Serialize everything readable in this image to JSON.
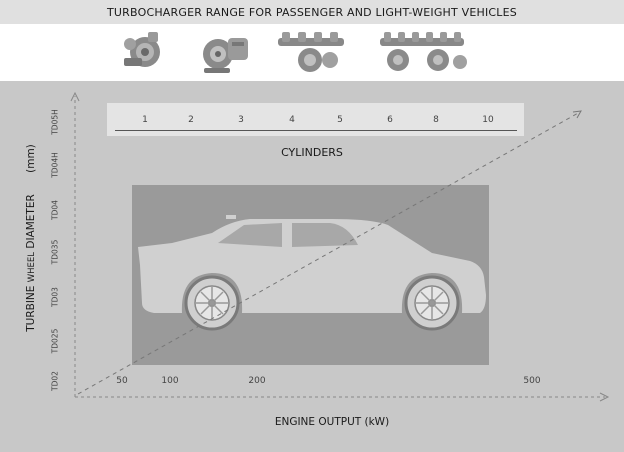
{
  "title": "TURBOCHARGER RANGE FOR PASSENGER AND LIGHT-WEIGHT VEHICLES",
  "products": [
    {
      "icon": "turbocharger-icon"
    },
    {
      "icon": "turbocharger-icon"
    },
    {
      "icon": "turbocharger-manifold-icon"
    },
    {
      "icon": "twin-turbocharger-manifold-icon"
    }
  ],
  "cylinders": {
    "title": "CYLINDERS",
    "ticks": [
      "1",
      "2",
      "3",
      "4",
      "5",
      "6",
      "8",
      "10"
    ]
  },
  "y_axis": {
    "title_part1": "TURBINE ",
    "title_part2": "WHEEL",
    "title_part3": " DIAMETER",
    "unit": "(mm)",
    "ticks": [
      "TD02",
      "TD025",
      "TD03",
      "TD035",
      "TD04",
      "TD04H",
      "TD05H"
    ]
  },
  "x_axis": {
    "title": "ENGINE OUTPUT (kW)",
    "ticks": [
      "50",
      "100",
      "200",
      "500"
    ]
  },
  "car": {
    "icon": "sedan-car-icon"
  },
  "colors": {
    "title_band": "#e0e0e0",
    "product_band": "#ffffff",
    "diagram_bg": "#c8c8c8",
    "car_panel": "#9a9a9a",
    "car_body": "#d0d0d0"
  }
}
